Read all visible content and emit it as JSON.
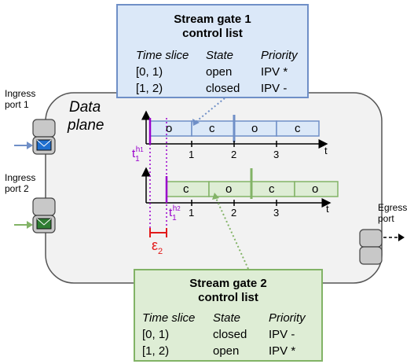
{
  "data_plane_label": [
    "Data",
    "plane"
  ],
  "ingress_port_1": [
    "Ingress",
    "port 1"
  ],
  "ingress_port_2": [
    "Ingress",
    "port 2"
  ],
  "egress_port": [
    "Egress",
    "port"
  ],
  "gate1": {
    "title_line1": "Stream gate 1",
    "title_line2": "control list",
    "headers": [
      "Time slice",
      "State",
      "Priority"
    ],
    "rows": [
      [
        "[0, 1)",
        "open",
        "IPV *"
      ],
      [
        "[1, 2)",
        "closed",
        "IPV -"
      ]
    ],
    "timeline_states": [
      "o",
      "c",
      "o",
      "c"
    ],
    "ticks": [
      "1",
      "2",
      "3"
    ],
    "axis_label": "t",
    "offset_label_base": "t",
    "offset_label_sub": "1",
    "offset_label_sup": "h",
    "offset_label_supsub": "1"
  },
  "gate2": {
    "title_line1": "Stream gate 2",
    "title_line2": "control list",
    "headers": [
      "Time slice",
      "State",
      "Priority"
    ],
    "rows": [
      [
        "[0, 1)",
        "closed",
        "IPV -"
      ],
      [
        "[1, 2)",
        "open",
        "IPV *"
      ]
    ],
    "timeline_states": [
      "c",
      "o",
      "c",
      "o"
    ],
    "ticks": [
      "1",
      "2",
      "3"
    ],
    "axis_label": "t",
    "offset_label_base": "t",
    "offset_label_sub": "1",
    "offset_label_sup": "h",
    "offset_label_supsub": "2"
  },
  "epsilon_label": "ε",
  "epsilon_sub": "2",
  "colors": {
    "gate1_fill": "#dbe8f8",
    "gate1_border": "#6f8fc7",
    "gate2_fill": "#deedd5",
    "gate2_border": "#82b366",
    "purple": "#9900cc",
    "red": "#e21a1a",
    "plane_fill": "#f2f2f2",
    "plane_border": "#555555",
    "envelope_blue": "#1f6fcf",
    "envelope_green": "#2e7d32"
  }
}
